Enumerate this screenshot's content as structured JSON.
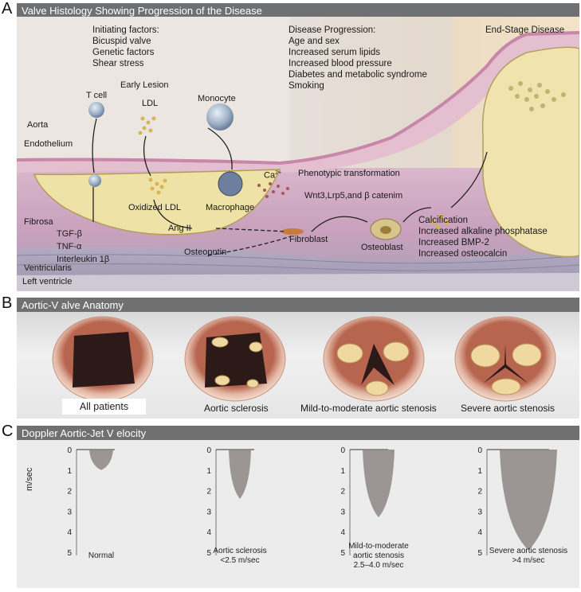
{
  "panelA": {
    "letter": "A",
    "title": "Valve Histology Showing Progression of the Disease",
    "initiating": [
      "Initiating factors:",
      "Bicuspid valve",
      "Genetic factors",
      "Shear stress"
    ],
    "progression": [
      "Disease Progression:",
      "Age and sex",
      "Increased serum lipids",
      "Increased blood pressure",
      "Diabetes and metabolic syndrome",
      "Smoking"
    ],
    "end_stage": "End-Stage Disease",
    "labels": {
      "early_lesion": "Early Lesion",
      "t_cell": "T cell",
      "ldl": "LDL",
      "monocyte": "Monocyte",
      "aorta": "Aorta",
      "endothelium": "Endothelium",
      "ca": "Ca",
      "ca_sup": "2+",
      "phenotypic": "Phenotypic transformation",
      "wnt": "Wnt3,Lrp5,and β catenim",
      "oxidized_ldl": "Oxidized LDL",
      "macrophage": "Macrophage",
      "fibrosa": "Fibrosa",
      "ang": "Ang II",
      "fibroblast": "Fibroblast",
      "osteoblast": "Osteoblast",
      "osteopntin": "Osteopntin",
      "tgf": "TGF-β",
      "tnf": "TNF-α",
      "interleukin": "Interleukin 1β",
      "ventricularis": "Ventricularis",
      "left_ventricle": "Left ventricle"
    },
    "calcification": [
      "Calcification",
      "Increased alkaline phosphatase",
      "Increased BMP-2",
      "Increased osteocalcin"
    ]
  },
  "panelB": {
    "letter": "B",
    "title": "Aortic-V alve Anatomy",
    "valves": [
      "All patients",
      "Aortic sclerosis",
      "Mild-to-moderate aortic stenosis",
      "Severe aortic stenosis"
    ]
  },
  "panelC": {
    "letter": "C",
    "title": "Doppler Aortic-Jet V elocity",
    "y_axis_label": "m/sec",
    "ticks": [
      "0",
      "1",
      "2",
      "3",
      "4",
      "5"
    ],
    "jets": [
      {
        "lines": [
          "Normal"
        ],
        "peak_velocity": 1.0
      },
      {
        "lines": [
          "Aortic sclerosis",
          "<2.5 m/sec"
        ],
        "peak_velocity": 2.4
      },
      {
        "lines": [
          "Mild-to-moderate",
          "aortic stenosis",
          "2.5–4.0 m/sec"
        ],
        "peak_velocity": 3.3
      },
      {
        "lines": [
          "Severe aortic stenosis",
          ">4 m/sec"
        ],
        "peak_velocity": 4.9
      }
    ],
    "colors": {
      "jet": "#8d8685",
      "background": "#ececec"
    }
  }
}
